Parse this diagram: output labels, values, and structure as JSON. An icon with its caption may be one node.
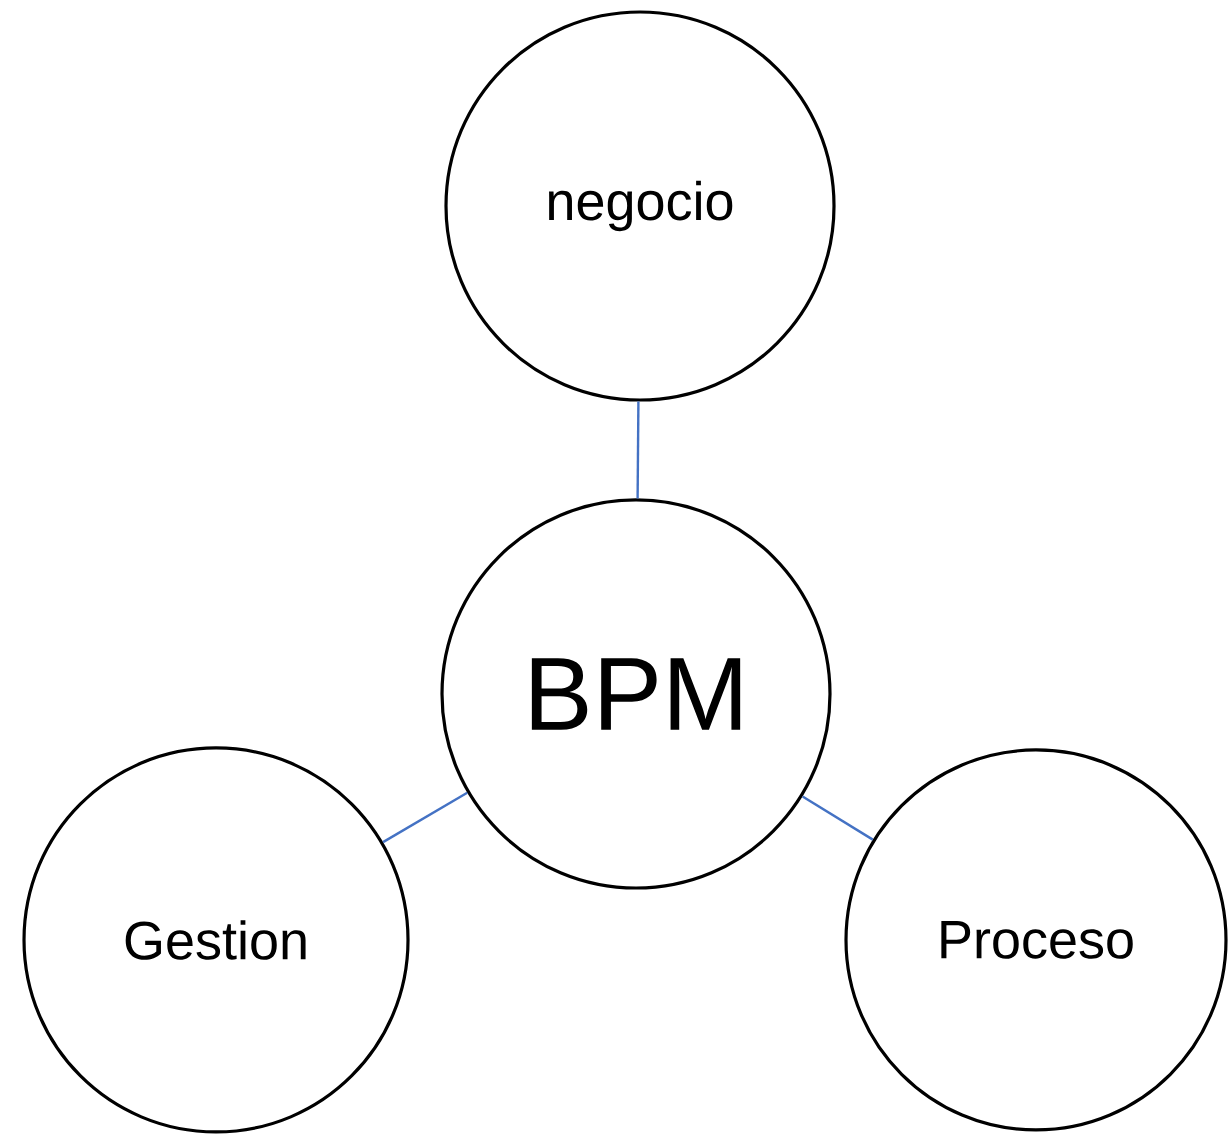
{
  "diagram": {
    "nodes": [
      {
        "text": [
          "negocio"
        ]
      },
      {
        "text": [
          "BPM"
        ]
      },
      {
        "text": [
          "Gestion"
        ]
      },
      {
        "text": [
          "Proceso"
        ]
      }
    ],
    "edges": [
      {
        "from": 0,
        "to": 1,
        "arrow": "none"
      },
      {
        "from": 1,
        "to": 2,
        "arrow": "none"
      },
      {
        "from": 1,
        "to": 3,
        "arrow": "none"
      }
    ]
  }
}
